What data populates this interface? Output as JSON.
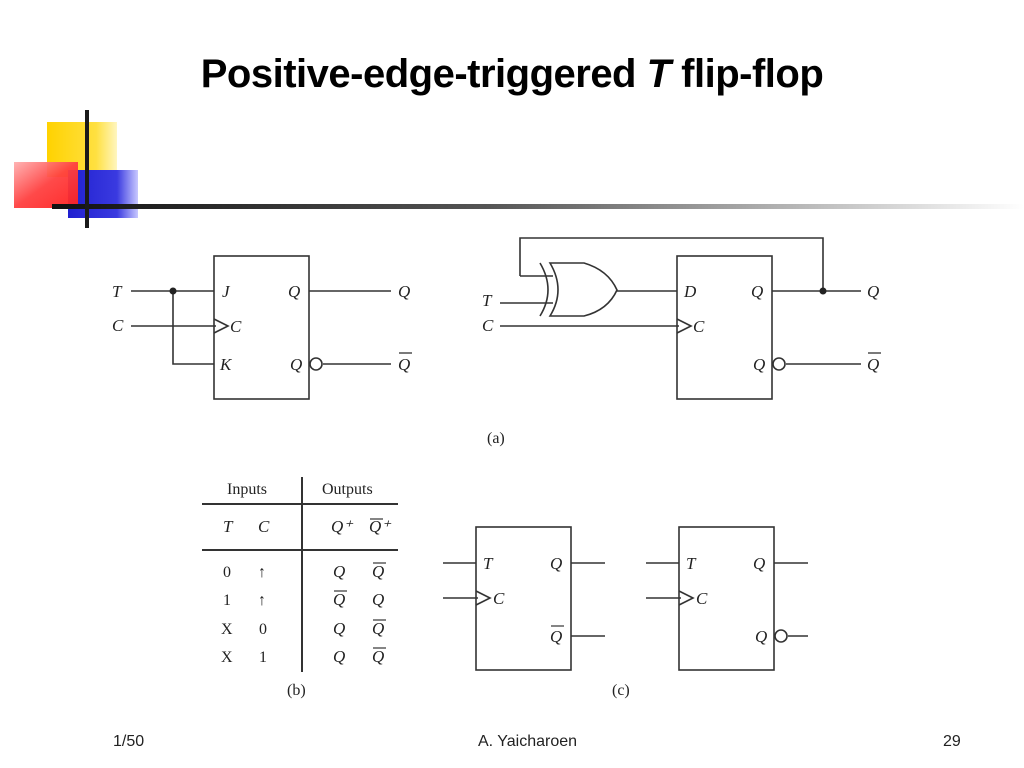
{
  "title": {
    "prefix": "Positive-edge-triggered ",
    "italic": "T",
    "suffix": " flip-flop"
  },
  "footer": {
    "left": "1/50",
    "center": "A. Yaicharoen",
    "right": "29"
  },
  "diagram": {
    "jk_circuit": {
      "inputs": [
        "T",
        "C"
      ],
      "pins": [
        "J",
        "C",
        "K"
      ],
      "outputs": [
        "Q",
        "Q"
      ],
      "out_labels": [
        "Q",
        "Q"
      ]
    },
    "d_circuit": {
      "inputs": [
        "T",
        "C"
      ],
      "pins": [
        "D",
        "C"
      ],
      "outputs": [
        "Q",
        "Q"
      ],
      "out_labels": [
        "Q",
        "Q"
      ]
    },
    "caption_a": "(a)",
    "truth_table": {
      "group_headers": [
        "Inputs",
        "Outputs"
      ],
      "columns": [
        "T",
        "C",
        "Q⁺",
        "Q⁺"
      ],
      "rows": [
        [
          "0",
          "↑",
          "Q",
          "Q"
        ],
        [
          "1",
          "↑",
          "Q",
          "Q"
        ],
        [
          "X",
          "0",
          "Q",
          "Q"
        ],
        [
          "X",
          "1",
          "Q",
          "Q"
        ]
      ]
    },
    "caption_b": "(b)",
    "symbol_1": {
      "pins": [
        "T",
        "C"
      ],
      "outputs": [
        "Q",
        "Q"
      ]
    },
    "symbol_2": {
      "pins": [
        "T",
        "C"
      ],
      "outputs": [
        "Q",
        "Q"
      ]
    },
    "caption_c": "(c)"
  },
  "colors": {
    "decor_yellow": "#ffd200",
    "decor_red": "#ff3b3b",
    "decor_blue": "#2a2ad6",
    "rule_dark": "#1a1a1a"
  }
}
